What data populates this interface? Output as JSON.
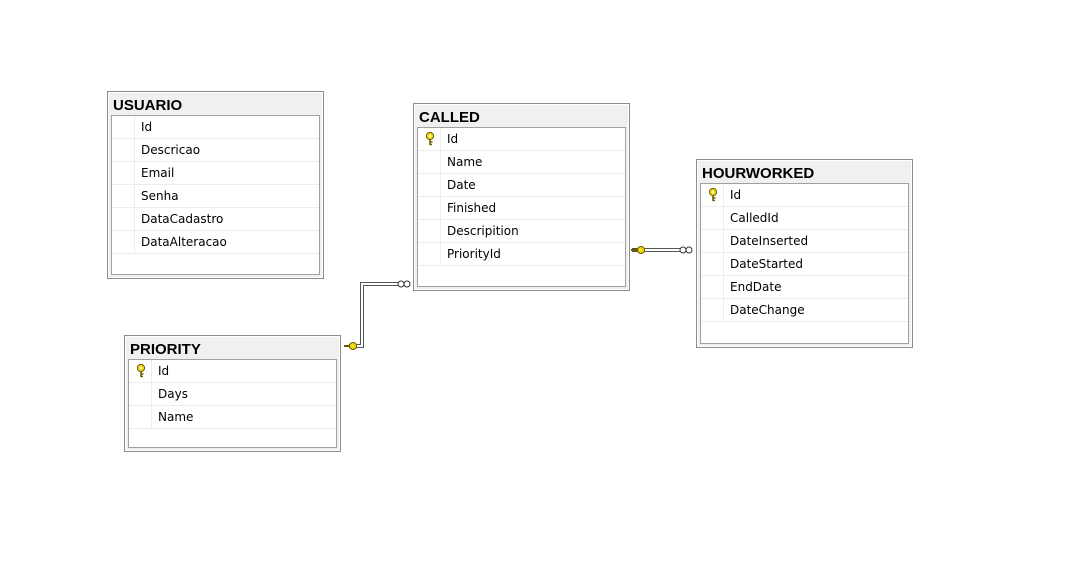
{
  "tables": {
    "usuario": {
      "name": "USUARIO",
      "columns": [
        {
          "name": "Id",
          "pk": false
        },
        {
          "name": "Descricao",
          "pk": false
        },
        {
          "name": "Email",
          "pk": false
        },
        {
          "name": "Senha",
          "pk": false
        },
        {
          "name": "DataCadastro",
          "pk": false
        },
        {
          "name": "DataAlteracao",
          "pk": false
        }
      ]
    },
    "called": {
      "name": "CALLED",
      "columns": [
        {
          "name": "Id",
          "pk": true
        },
        {
          "name": "Name",
          "pk": false
        },
        {
          "name": "Date",
          "pk": false
        },
        {
          "name": "Finished",
          "pk": false
        },
        {
          "name": "Descripition",
          "pk": false
        },
        {
          "name": "PriorityId",
          "pk": false
        }
      ]
    },
    "hourworked": {
      "name": "HOURWORKED",
      "columns": [
        {
          "name": "Id",
          "pk": true
        },
        {
          "name": "CalledId",
          "pk": false
        },
        {
          "name": "DateInserted",
          "pk": false
        },
        {
          "name": "DateStarted",
          "pk": false
        },
        {
          "name": "EndDate",
          "pk": false
        },
        {
          "name": "DateChange",
          "pk": false
        }
      ]
    },
    "priority": {
      "name": "PRIORITY",
      "columns": [
        {
          "name": "Id",
          "pk": true
        },
        {
          "name": "Days",
          "pk": false
        },
        {
          "name": "Name",
          "pk": false
        }
      ]
    }
  },
  "relationships": [
    {
      "from": "priority",
      "to": "called",
      "type": "one-to-many"
    },
    {
      "from": "called",
      "to": "hourworked",
      "type": "one-to-many"
    }
  ],
  "colors": {
    "key": "#f5d90a",
    "key_outline": "#6b5a00",
    "line": "#555555"
  }
}
